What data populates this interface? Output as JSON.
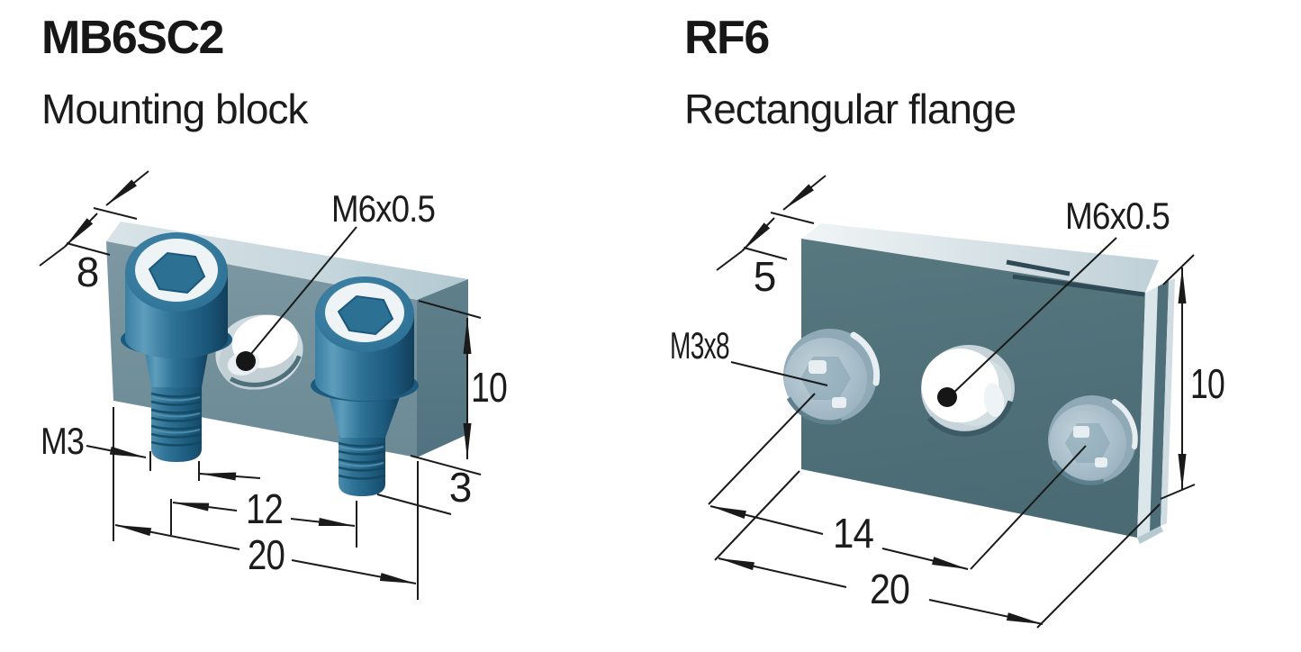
{
  "figures": {
    "left": {
      "title": "MB6SC2",
      "subtitle": "Mounting block",
      "dimensions": {
        "depth": "8",
        "center_thread": "M6x0.5",
        "height": "10",
        "screw_thread": "M3",
        "protrusion": "3",
        "hole_spacing": "12",
        "width": "20"
      }
    },
    "right": {
      "title": "RF6",
      "subtitle": "Rectangular flange",
      "dimensions": {
        "depth": "5",
        "center_thread": "M6x0.5",
        "screws": "M3x8",
        "height": "10",
        "hole_spacing": "14",
        "width": "20"
      }
    }
  },
  "colors": {
    "background": "#ffffff",
    "line": "#1a1a1a",
    "screw_blue": "#2c7094",
    "block_teal": "#72919b",
    "block_top": "#cfdde3",
    "flange_teal": "#50707b",
    "steel_light": "#a7bcc7"
  }
}
